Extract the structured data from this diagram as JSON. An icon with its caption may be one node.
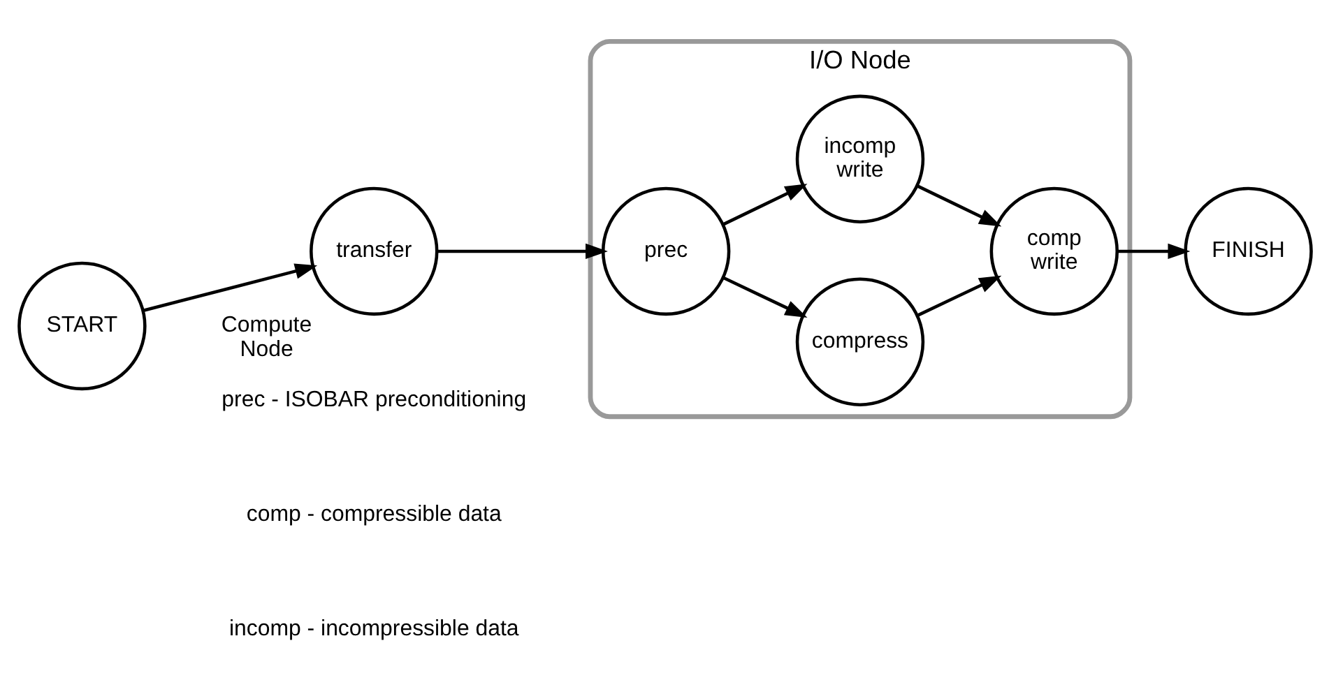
{
  "diagram": {
    "nodes": [
      {
        "text": [
          "I/O Node"
        ]
      },
      {
        "text": [
          "START"
        ]
      },
      {
        "text": [
          "transfer"
        ],
        "beside": [
          "Compute Node"
        ]
      },
      {
        "text": [
          "prec"
        ],
        "in": 0
      },
      {
        "text": [
          "compress"
        ],
        "in": 0
      },
      {
        "text": [
          "incomp write"
        ],
        "in": 0
      },
      {
        "text": [
          "comp write"
        ],
        "in": 0
      },
      {
        "text": [
          "FINISH"
        ]
      }
    ],
    "edges": [
      {
        "from": 1,
        "to": 2,
        "arrow": "to"
      },
      {
        "from": 2,
        "to": 3,
        "arrow": "to"
      },
      {
        "from": 3,
        "to": 4,
        "arrow": "to"
      },
      {
        "from": 3,
        "to": 5,
        "arrow": "to"
      },
      {
        "from": 4,
        "to": 6,
        "arrow": "to"
      },
      {
        "from": 5,
        "to": 6,
        "arrow": "to"
      },
      {
        "from": 6,
        "to": 7,
        "arrow": "to"
      }
    ],
    "labels": [
      "prec - ISOBAR preconditioning",
      "comp - compressible data",
      "incomp - incompressible data"
    ]
  }
}
